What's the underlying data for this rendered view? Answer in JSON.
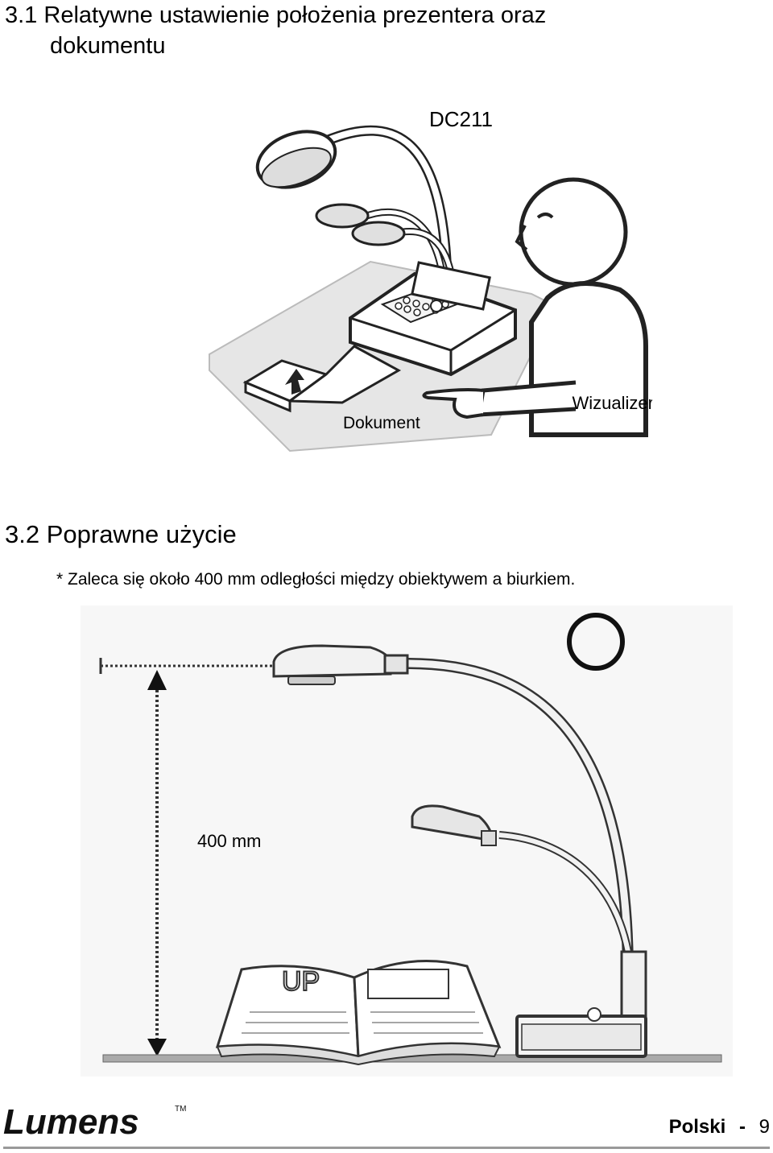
{
  "section1": {
    "title_line1": "3.1 Relatywne ustawienie położenia prezentera oraz",
    "title_line2": "dokumentu",
    "label_model": "DC211",
    "label_document": "Dokument",
    "label_presenter": "Wizualizer"
  },
  "section2": {
    "title": "3.2 Poprawne użycie",
    "note": "* Zaleca się około 400 mm odległości między obiektywem a biurkiem.",
    "distance_label": "400 mm",
    "book_label": "UP"
  },
  "footer": {
    "logo_text": "Lumens",
    "logo_tm": "TM",
    "language": "Polski",
    "separator": "-",
    "page_number": "9"
  }
}
